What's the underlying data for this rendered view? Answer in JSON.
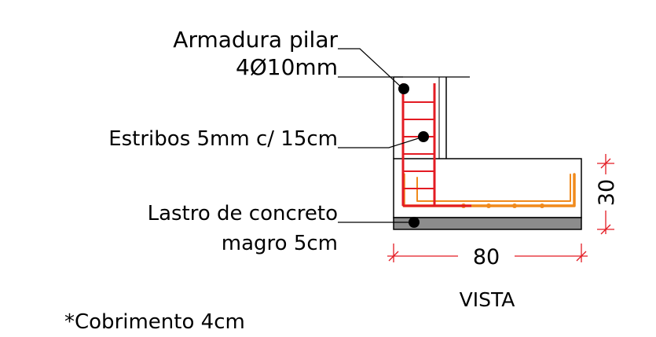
{
  "labels": {
    "armadura_line1": "Armadura pilar",
    "armadura_line2": "4Ø10mm",
    "estribos": "Estribos 5mm c/ 15cm",
    "lastro_line1": "Lastro de concreto",
    "lastro_line2": "magro 5cm",
    "cobrimento": "*Cobrimento 4cm",
    "vista": "VISTA"
  },
  "dimensions": {
    "width_value": "80",
    "height_value": "30"
  },
  "colors": {
    "column_rebar": "#e31b23",
    "footing_rebar": "#f08a1c",
    "dimension": "#e31b23",
    "lean_concrete": "#8c8c8c",
    "outline": "#000000"
  }
}
